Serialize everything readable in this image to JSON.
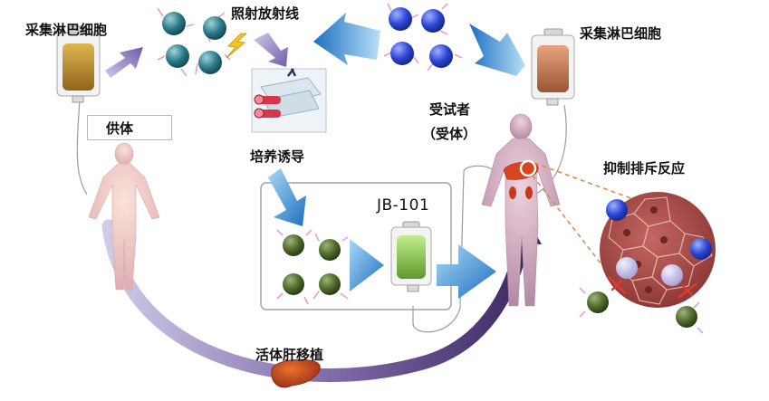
{
  "labels": {
    "donor_lymphocyte_collection": "采集淋巴细胞",
    "irradiation": "照射放射线",
    "recipient_lymphocyte_collection": "采集淋巴细胞",
    "donor": "供体",
    "recipient": "受试者",
    "recipient_paren": "（受体）",
    "culture_induction": "培养诱导",
    "product_name": "JB-101",
    "suppress_rejection": "抑制排斥反应",
    "living_liver_transplant": "活体肝移植"
  },
  "colors": {
    "arrow_blue": "#2f8fd8",
    "arrow_purple": "#7d6fb8",
    "curve_start": "#c4bfe0",
    "curve_end": "#4a3470",
    "donor_bag": "#c8942e",
    "recipient_bag": "#c67f58",
    "jb101_bag": "#8fcc5a",
    "recipient_cell_blue": "#2d47d8",
    "donor_cell_teal": "#2e7b8c",
    "treg_cell_green": "#4f6a2c",
    "liver_tissue": "#9e4644",
    "inhibit_red": "#e03a2a"
  },
  "icons": [
    "donor-body-icon",
    "recipient-body-icon",
    "irradiation-apparatus-icon",
    "liver-icon",
    "kidney-icon",
    "lightning-icon",
    "blood-bag-icon"
  ]
}
